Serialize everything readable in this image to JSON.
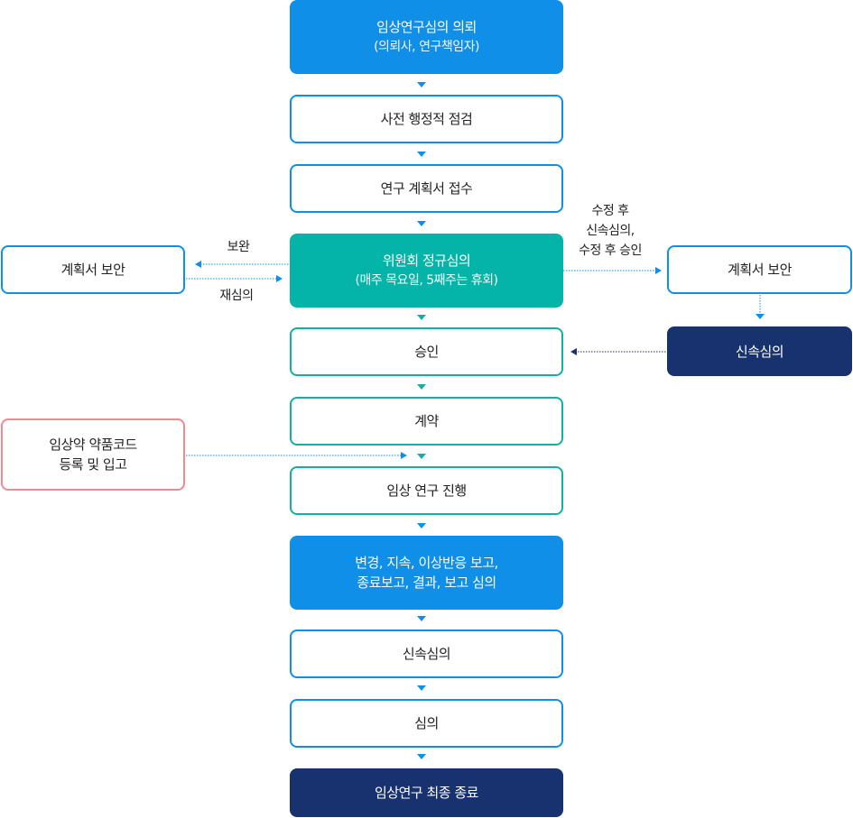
{
  "flow": {
    "request": {
      "title": "임상연구심의 의뢰",
      "sub": "(의뢰사, 연구책임자)"
    },
    "pre_check": "사전 행정적 점검",
    "receipt": "연구 계획서 접수",
    "regular_review": {
      "title": "위원회 정규심의",
      "sub": "(매주 목요일, 5째주는 휴회)"
    },
    "approval": "승인",
    "contract": "계약",
    "progress": "임상 연구 진행",
    "reports": {
      "line1": "변경, 지속, 이상반응 보고,",
      "line2": "종료보고, 결과, 보고 심의"
    },
    "expedited_review": "신속심의",
    "review": "심의",
    "final_end": "임상연구 최종 종료"
  },
  "left": {
    "plan_supplement": "계획서 보안",
    "supplement_label": "보완",
    "rereview_label": "재심의",
    "drug_code": {
      "line1": "임상약 약품코드",
      "line2": "등록 및 입고"
    }
  },
  "right": {
    "note": {
      "line1": "수정 후",
      "line2": "신속심의,",
      "line3": "수정 후 승인"
    },
    "plan_supplement": "계획서 보안",
    "expedited_review": "신속심의"
  },
  "colors": {
    "blue": "#0f8fe8",
    "teal": "#05b4a8",
    "navy": "#17326e",
    "pink": "#ef8a90"
  }
}
